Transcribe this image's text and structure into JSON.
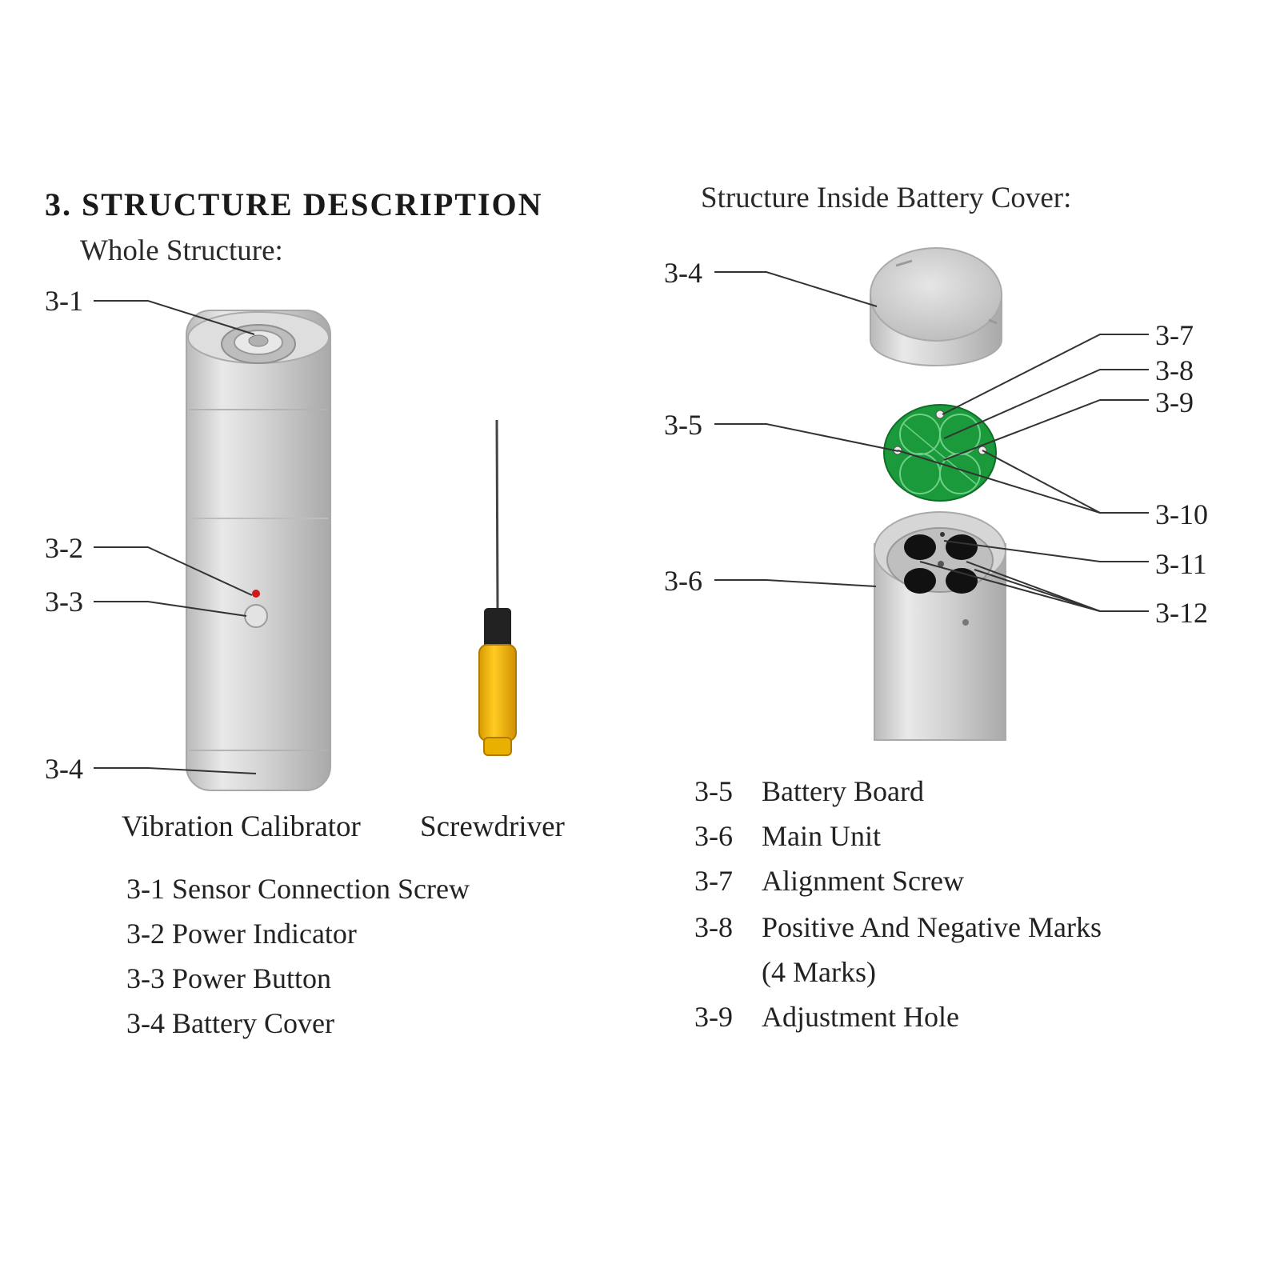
{
  "section_title": "3. STRUCTURE DESCRIPTION",
  "whole_subtitle": "Whole Structure:",
  "inside_subtitle": "Structure Inside Battery Cover:",
  "left_callouts": [
    "3-1",
    "3-2",
    "3-3",
    "3-4"
  ],
  "right_callouts": {
    "left_side": [
      "3-4",
      "3-5",
      "3-6"
    ],
    "right_side": [
      "3-7",
      "3-8",
      "3-9",
      "3-10",
      "3-11",
      "3-12"
    ]
  },
  "captions": {
    "calibrator": "Vibration Calibrator",
    "screwdriver": "Screwdriver"
  },
  "left_legend": [
    {
      "num": "3-1",
      "label": "Sensor Connection Screw"
    },
    {
      "num": "3-2",
      "label": "Power Indicator"
    },
    {
      "num": "3-3",
      "label": "Power Button"
    },
    {
      "num": "3-4",
      "label": "Battery Cover"
    }
  ],
  "right_legend": [
    {
      "num": "3-5",
      "label": "Battery Board"
    },
    {
      "num": "3-6",
      "label": "Main Unit"
    },
    {
      "num": "3-7",
      "label": "Alignment Screw"
    },
    {
      "num": "3-8",
      "label": "Positive And Negative Marks"
    },
    {
      "num": "",
      "label": "(4 Marks)"
    },
    {
      "num": "3-9",
      "label": "Adjustment Hole"
    }
  ],
  "colors": {
    "aluminum": "#c8c8c8",
    "pcb_green": "#1a9a3a",
    "handle_yellow": "#f2b400",
    "indicator_red": "#d01818",
    "leader_line": "#333333"
  }
}
